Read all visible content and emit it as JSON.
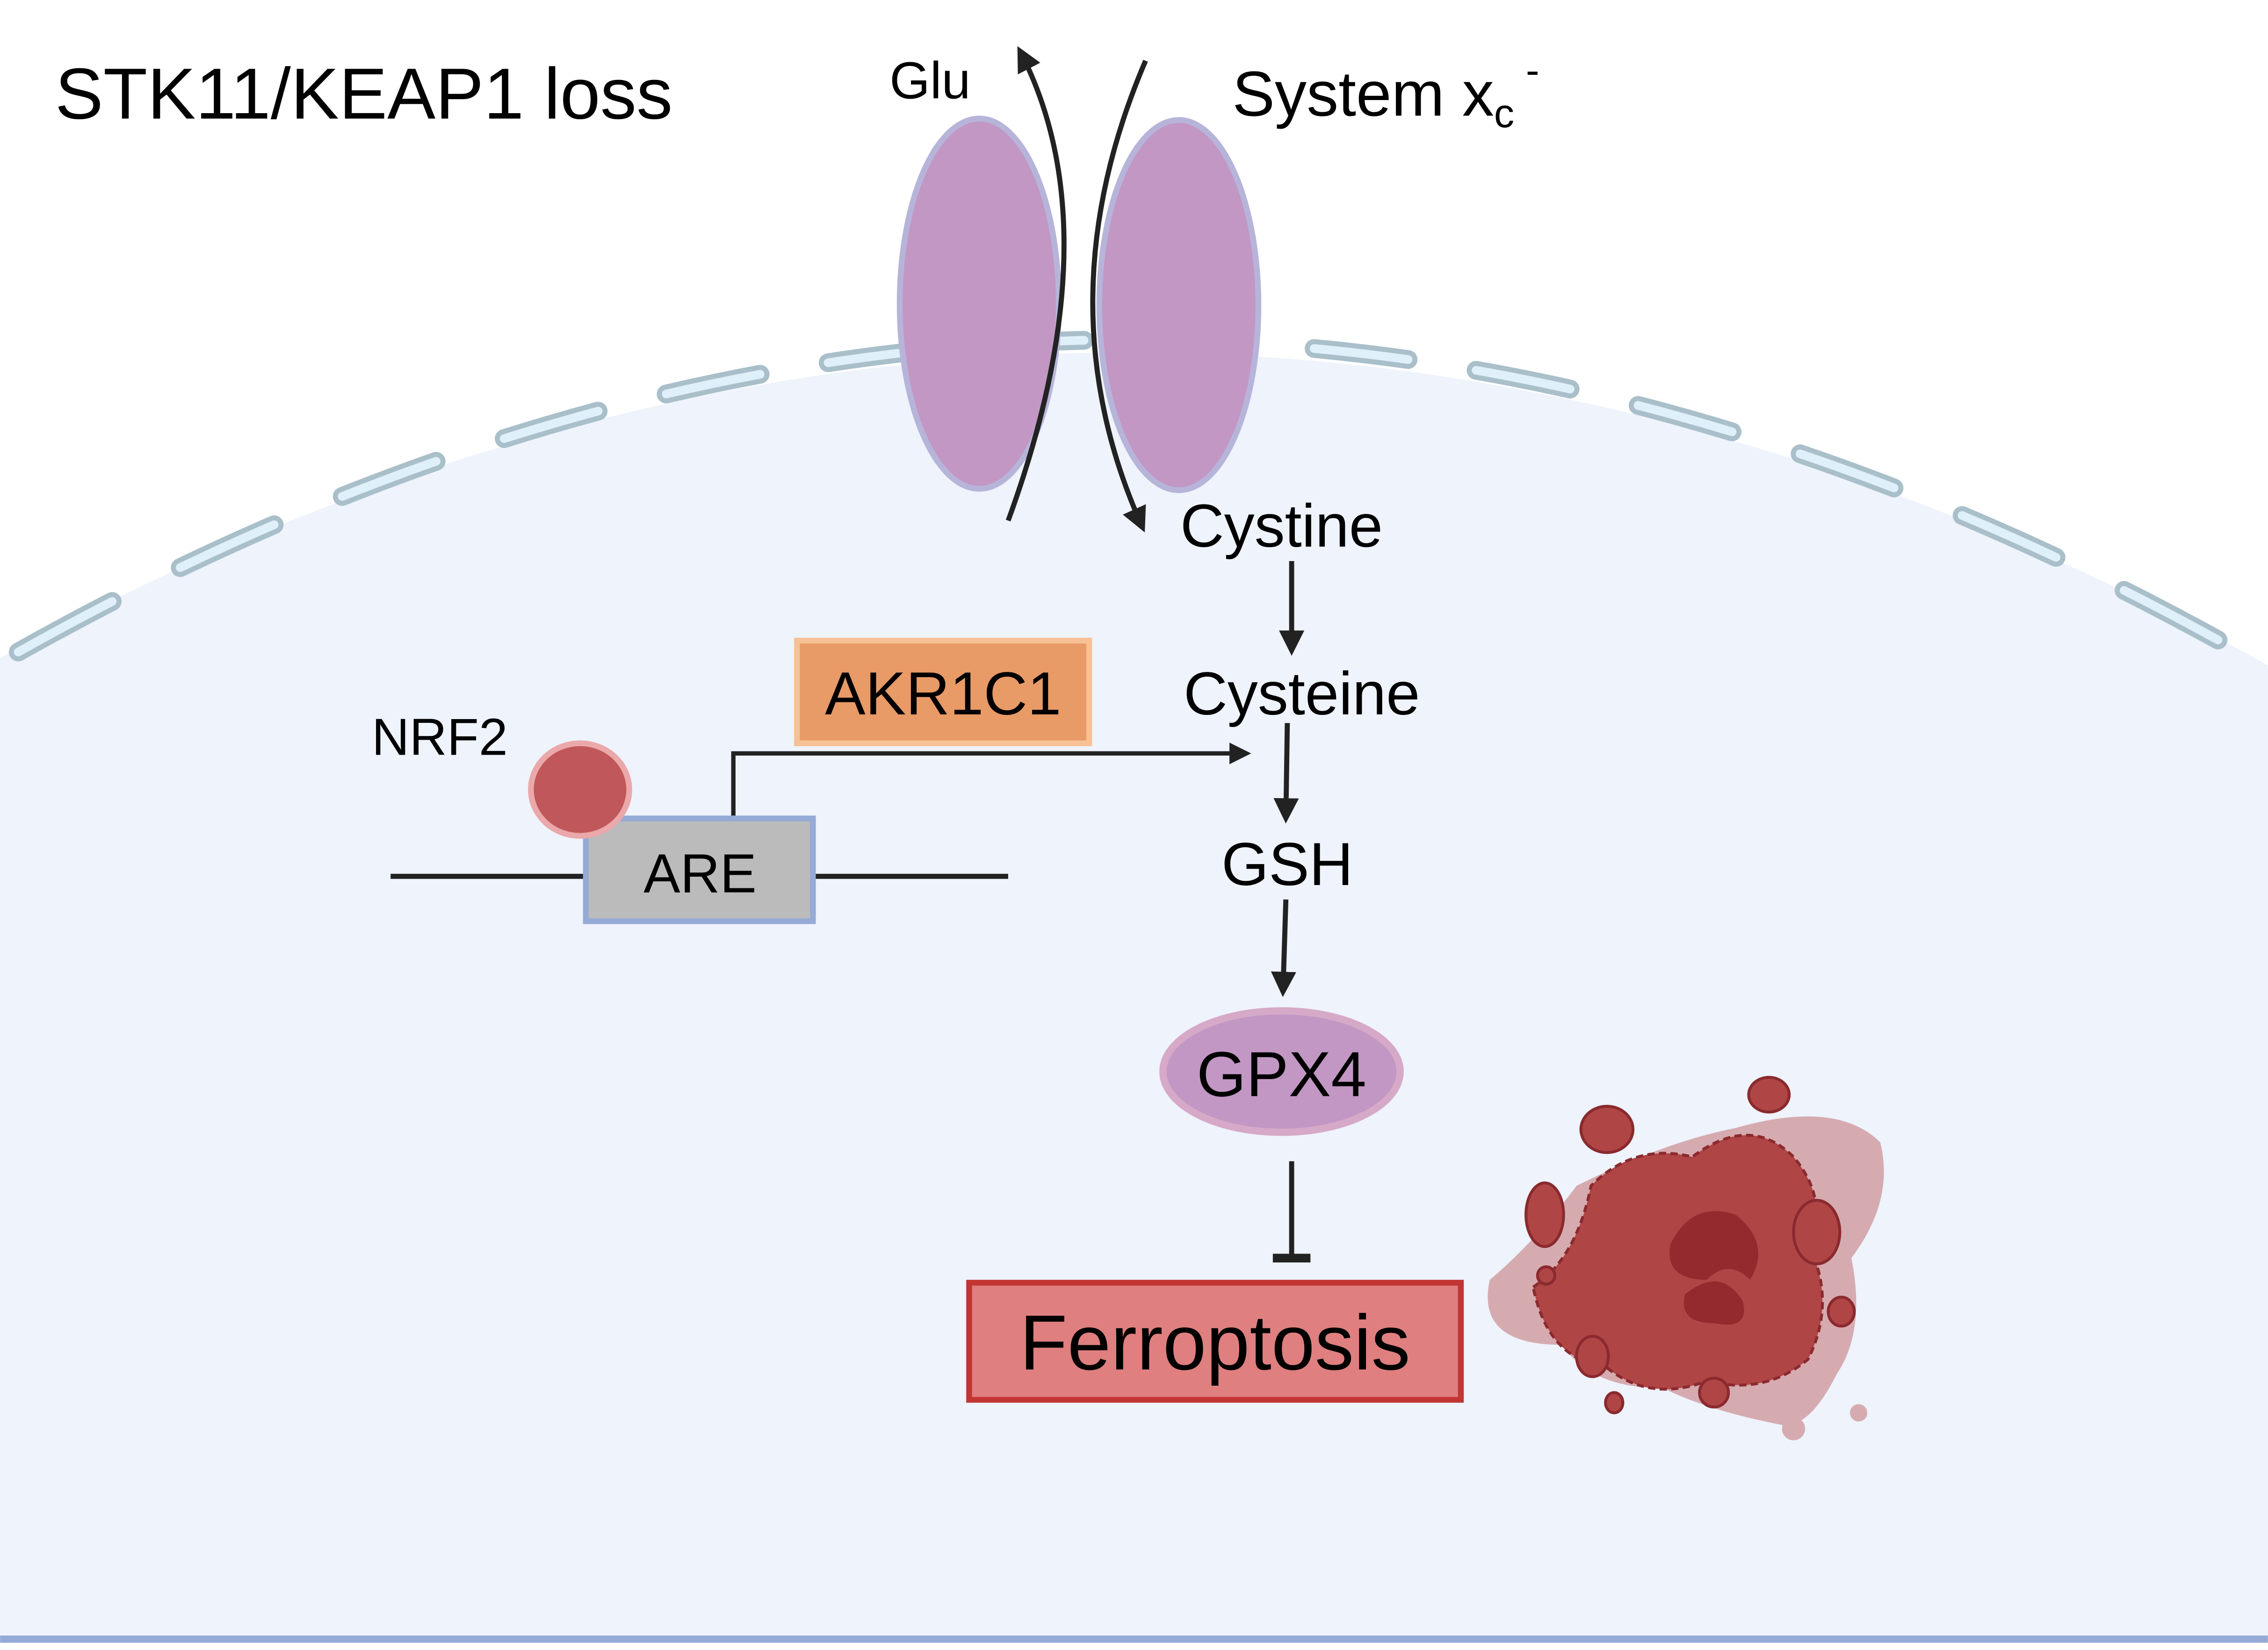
{
  "title": "STK11/KEAP1 loss",
  "transporter": {
    "name": "System x",
    "subscript": "c",
    "superscript": "-",
    "export_label": "Glu",
    "import_label": "Cystine"
  },
  "pathway": {
    "cysteine": "Cysteine",
    "gsh": "GSH",
    "gpx4": "GPX4",
    "ferroptosis": "Ferroptosis"
  },
  "regulation": {
    "nrf2": "NRF2",
    "are": "ARE",
    "akr1c1": "AKR1C1"
  },
  "colors": {
    "cytoplasm": "#eef3fc",
    "membrane_fill": "#dff0fb",
    "membrane_stroke": "#a9bfca",
    "transporter": "#c297c4",
    "transporter_stroke": "#b7b4da",
    "nrf2": "#c0575a",
    "nrf2_stroke": "#eba8aa",
    "are": "#bbbbbb",
    "are_stroke": "#96aad6",
    "akr1c1": "#e89a67",
    "akr1c1_stroke": "#f7c195",
    "gpx4": "#c297c4",
    "gpx4_stroke": "#d6a9c8",
    "ferroptosis": "#df7f7f",
    "ferroptosis_stroke": "#c13532",
    "dead_cell": "#b04546",
    "arrow": "#222222"
  }
}
